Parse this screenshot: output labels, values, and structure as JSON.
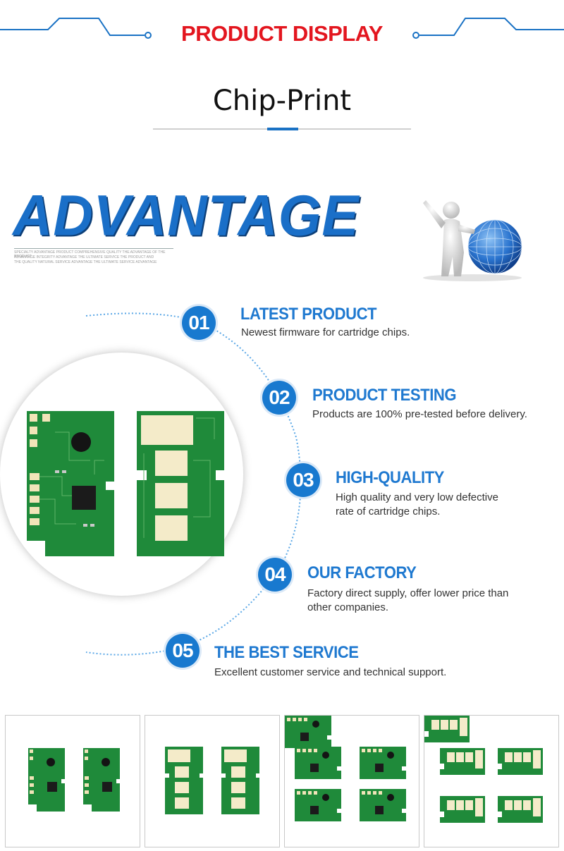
{
  "header": {
    "title": "PRODUCT DISPLAY"
  },
  "subtitle": "Chip-Print",
  "advantage": {
    "heading": "ADVANTAGE",
    "fine_print": [
      "SPECIALTY ADVANTAGE PRODUCT COMPREHENSIVE QUALITY THE ADVANTAGE OF THE PRODUCT",
      "ADVANTAGE INTEGRITY ADVANTAGE THE ULTIMATE SERVICE THE PRODUCT AND",
      "THE QUALITY NATURAL SERVICE ADVANTAGE THE ULTIMATE SERVICE ADVANTAGE"
    ]
  },
  "features": [
    {
      "num": "01",
      "title": "LATEST PRODUCT",
      "desc": [
        "Newest firmware for cartridge chips."
      ]
    },
    {
      "num": "02",
      "title": "PRODUCT TESTING",
      "desc": [
        "Products are 100% pre-tested before delivery."
      ]
    },
    {
      "num": "03",
      "title": "HIGH-QUALITY",
      "desc": [
        "High quality and very low defective",
        "rate of cartridge chips."
      ]
    },
    {
      "num": "04",
      "title": "OUR FACTORY",
      "desc": [
        "Factory direct supply, offer lower price than",
        "other companies."
      ]
    },
    {
      "num": "05",
      "title": "THE BEST SERVICE",
      "desc": [
        "Excellent customer service and technical support."
      ]
    }
  ],
  "colors": {
    "accent_red": "#e3161f",
    "accent_blue": "#1879cf",
    "chip_green": "#1f8a3a"
  },
  "icons": [
    "person-with-globe-icon",
    "chip-front-icon",
    "chip-back-icon"
  ]
}
